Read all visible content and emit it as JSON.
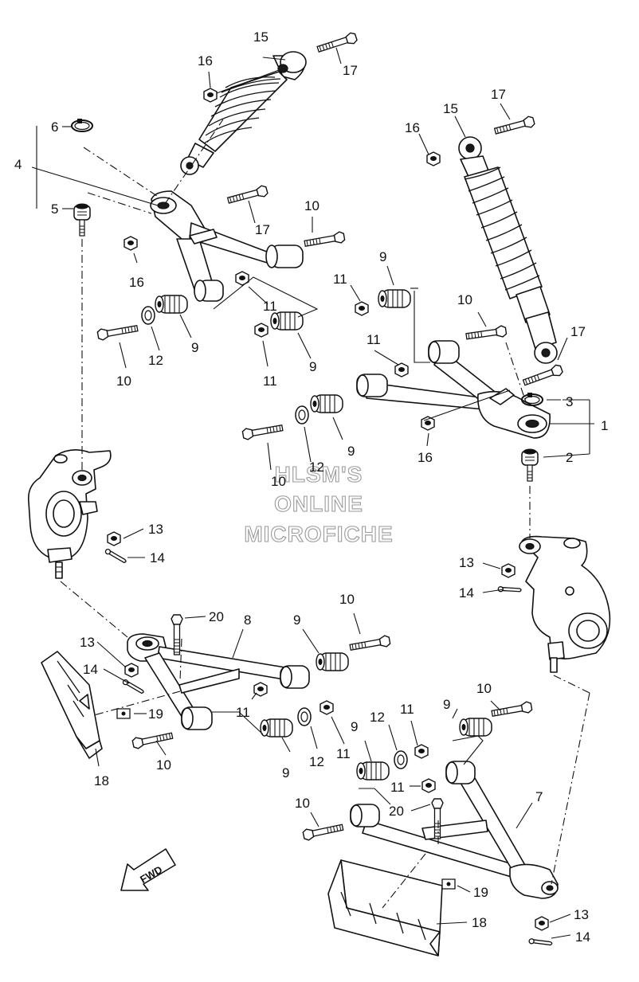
{
  "watermark": {
    "line1": "HLSM'S",
    "line2": "ONLINE",
    "line3": "MICROFICHE"
  },
  "direction_label": "FWD",
  "callouts": {
    "c1": "1",
    "c2": "2",
    "c3": "3",
    "c4": "4",
    "c5": "5",
    "c6": "6",
    "c7": "7",
    "c8": "8",
    "c9": "9",
    "c10": "10",
    "c11": "11",
    "c12": "12",
    "c13": "13",
    "c14": "14",
    "c15": "15",
    "c16": "16",
    "c17": "17",
    "c18": "18",
    "c19": "19",
    "c20": "20"
  }
}
